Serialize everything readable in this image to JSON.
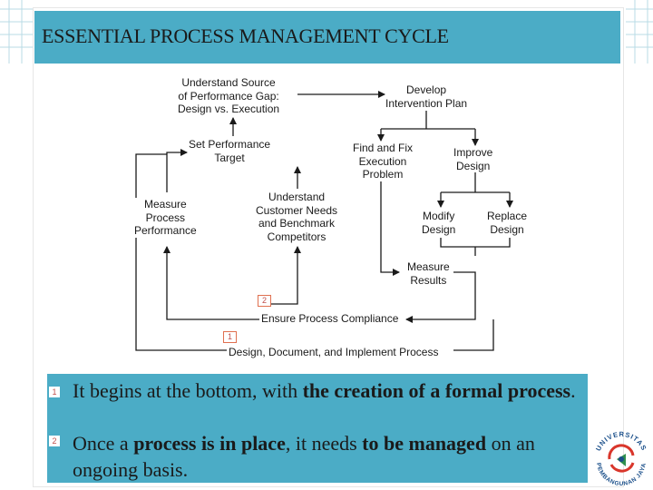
{
  "slide": {
    "title": "ESSENTIAL PROCESS MANAGEMENT CYCLE",
    "accent_color": "#4bacc6",
    "marker_color": "#c0504d"
  },
  "diagram": {
    "nodes": {
      "understand_source": [
        "Understand Source",
        "of Performance Gap:",
        "Design vs. Execution"
      ],
      "develop_plan": [
        "Develop",
        "Intervention Plan"
      ],
      "set_target": [
        "Set Performance",
        "Target"
      ],
      "find_fix": [
        "Find and Fix",
        "Execution",
        "Problem"
      ],
      "improve_design": [
        "Improve",
        "Design"
      ],
      "measure_performance": [
        "Measure",
        "Process",
        "Performance"
      ],
      "understand_customer": [
        "Understand",
        "Customer Needs",
        "and Benchmark",
        "Competitors"
      ],
      "modify_design": [
        "Modify",
        "Design"
      ],
      "replace_design": [
        "Replace",
        "Design"
      ],
      "measure_results": [
        "Measure",
        "Results"
      ],
      "ensure_compliance": [
        "Ensure Process Compliance"
      ],
      "design_document": [
        "Design, Document, and Implement Process"
      ]
    },
    "markers": {
      "m2": "2",
      "m1": "1"
    }
  },
  "bullets": [
    {
      "marker": "1",
      "segments": [
        {
          "text": "It begins at the bottom, with ",
          "bold": false
        },
        {
          "text": "the creation of a formal process",
          "bold": true
        },
        {
          "text": ".",
          "bold": false
        }
      ]
    },
    {
      "marker": "2",
      "segments": [
        {
          "text": "Once a ",
          "bold": false
        },
        {
          "text": "process is in place",
          "bold": true
        },
        {
          "text": ", it needs ",
          "bold": false
        },
        {
          "text": "to be managed",
          "bold": true
        },
        {
          "text": " on an ongoing basis.",
          "bold": false
        }
      ]
    }
  ],
  "logo": {
    "arc_top": "UNIVERSITAS",
    "arc_bottom": "PEMBANGUNAN JAYA"
  }
}
